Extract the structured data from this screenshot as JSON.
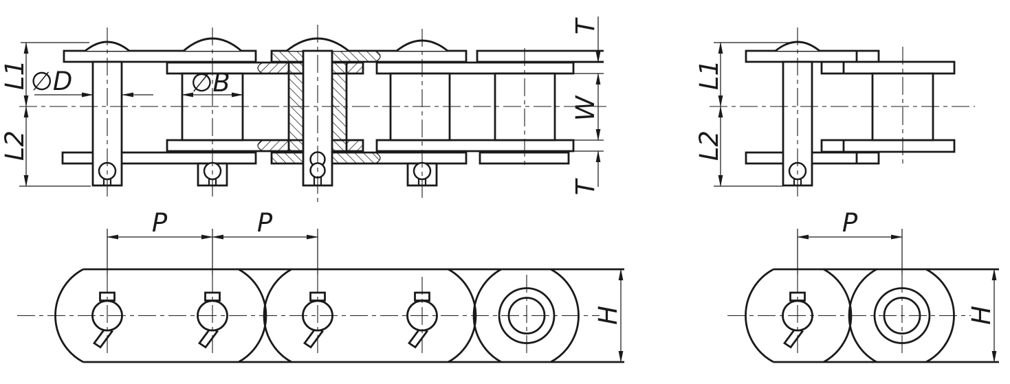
{
  "drawing": {
    "type": "roller-chain-technical-drawing",
    "colors": {
      "ink": "#1a1a1a",
      "paper": "#ffffff"
    },
    "views": {
      "side_section": {
        "name": "chain side elevation with partial section",
        "labels": {
          "l1": "L1",
          "l2": "L2",
          "pin_diameter": "∅D",
          "bushing_diameter": "∅B",
          "plate_thickness_top": "T",
          "inner_width": "W",
          "plate_thickness_bottom": "T"
        }
      },
      "side_link": {
        "name": "connecting link side view",
        "labels": {
          "l1": "L1",
          "l2": "L2"
        }
      },
      "plan_chain": {
        "name": "chain plan view",
        "labels": {
          "pitch_1": "P",
          "pitch_2": "P",
          "height": "H"
        }
      },
      "plan_link": {
        "name": "single link plan view",
        "labels": {
          "pitch": "P",
          "height": "H"
        }
      }
    }
  }
}
